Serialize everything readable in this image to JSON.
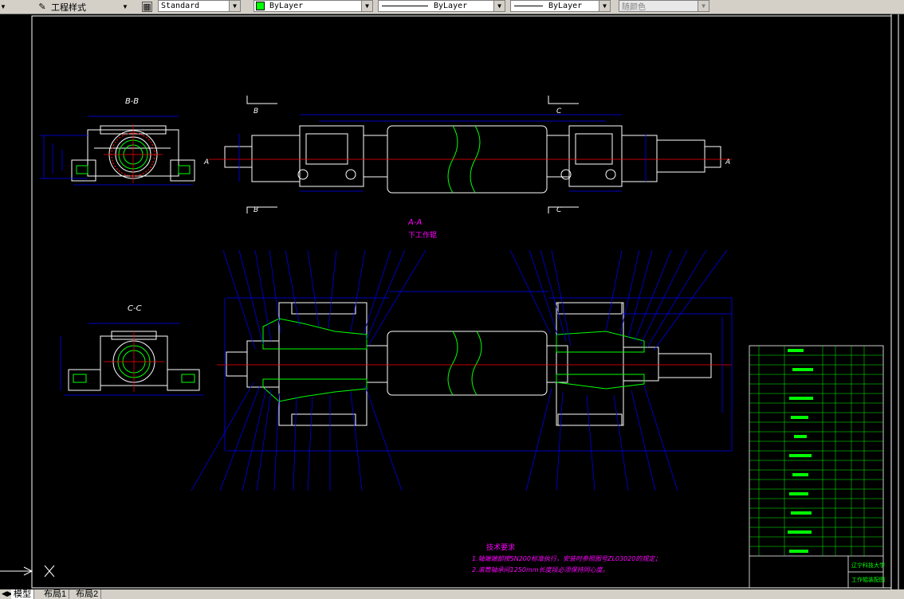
{
  "toolbar": {
    "text_style_label": "工程样式",
    "dim_style_value": "Standard",
    "layer_value": "ByLayer",
    "linetype_value": "ByLayer",
    "lineweight_value": "ByLayer",
    "plotstyle_value": "随颜色",
    "layer_color": "#00ff00"
  },
  "drawing": {
    "view_bb_label": "B-B",
    "view_cc_label": "C-C",
    "section_aa_label": "A-A",
    "section_aa_sub": "下工作辊",
    "section_mark_a": "A",
    "section_mark_b": "B",
    "section_mark_c": "C",
    "tech_req_title": "技术要求",
    "tech_req_line1": "1.轴端端部按SN200标准执行，安装时参照图号ZL03020的规定；",
    "tech_req_line2": "2.滚筒轴承间1250mm长度段必须保持同心度。",
    "title_block_school": "辽宁科技大学",
    "title_block_name": "工作辊装配图",
    "colors": {
      "background": "#000000",
      "frame": "#ffffff",
      "outline": "#ffffff",
      "dimension": "#0000ff",
      "centerline": "#ff0000",
      "hatch": "#00ff00",
      "text": "#ff00ff",
      "title_block": "#00ff00"
    }
  },
  "tabs": [
    "模型",
    "布局1",
    "布局2"
  ]
}
